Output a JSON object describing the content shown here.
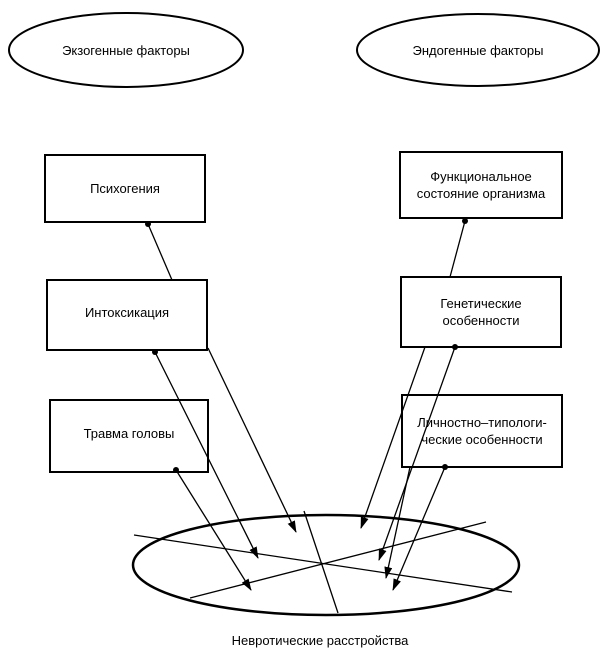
{
  "ellipses": {
    "exogenous": "Экзогенные факторы",
    "endogenous": "Эндогенные факторы"
  },
  "boxes": {
    "psychogenia": "Психогения",
    "intoxication": "Интоксикация",
    "head_trauma": "Травма головы",
    "functional_state_line1": "Функциональное",
    "functional_state_line2": "состояние организма",
    "genetic_line1": "Генетические",
    "genetic_line2": "особенности",
    "personality_line1": "Личностно–типологи-",
    "personality_line2": "ческие особенности"
  },
  "target": {
    "caption": "Невротические расстройства"
  }
}
